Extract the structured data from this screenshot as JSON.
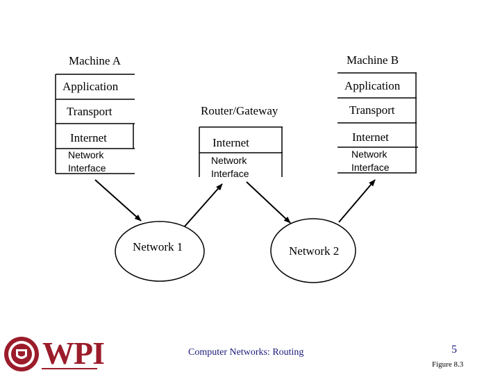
{
  "machine_a": {
    "title": "Machine A",
    "layers": {
      "application": "Application",
      "transport": "Transport",
      "internet": "Internet",
      "network_interface_1": "Network",
      "network_interface_2": "Interface"
    }
  },
  "machine_b": {
    "title": "Machine B",
    "layers": {
      "application": "Application",
      "transport": "Transport",
      "internet": "Internet",
      "network_interface_1": "Network",
      "network_interface_2": "Interface"
    }
  },
  "router": {
    "title": "Router/Gateway",
    "layers": {
      "internet": "Internet",
      "network_interface_1": "Network",
      "network_interface_2": "Interface"
    }
  },
  "networks": {
    "network1": "Network 1",
    "network2": "Network 2"
  },
  "footer": {
    "logo_text": "WPI",
    "course_title": "Computer Networks: Routing",
    "page_number": "5",
    "figure_label": "Figure 8.3"
  }
}
